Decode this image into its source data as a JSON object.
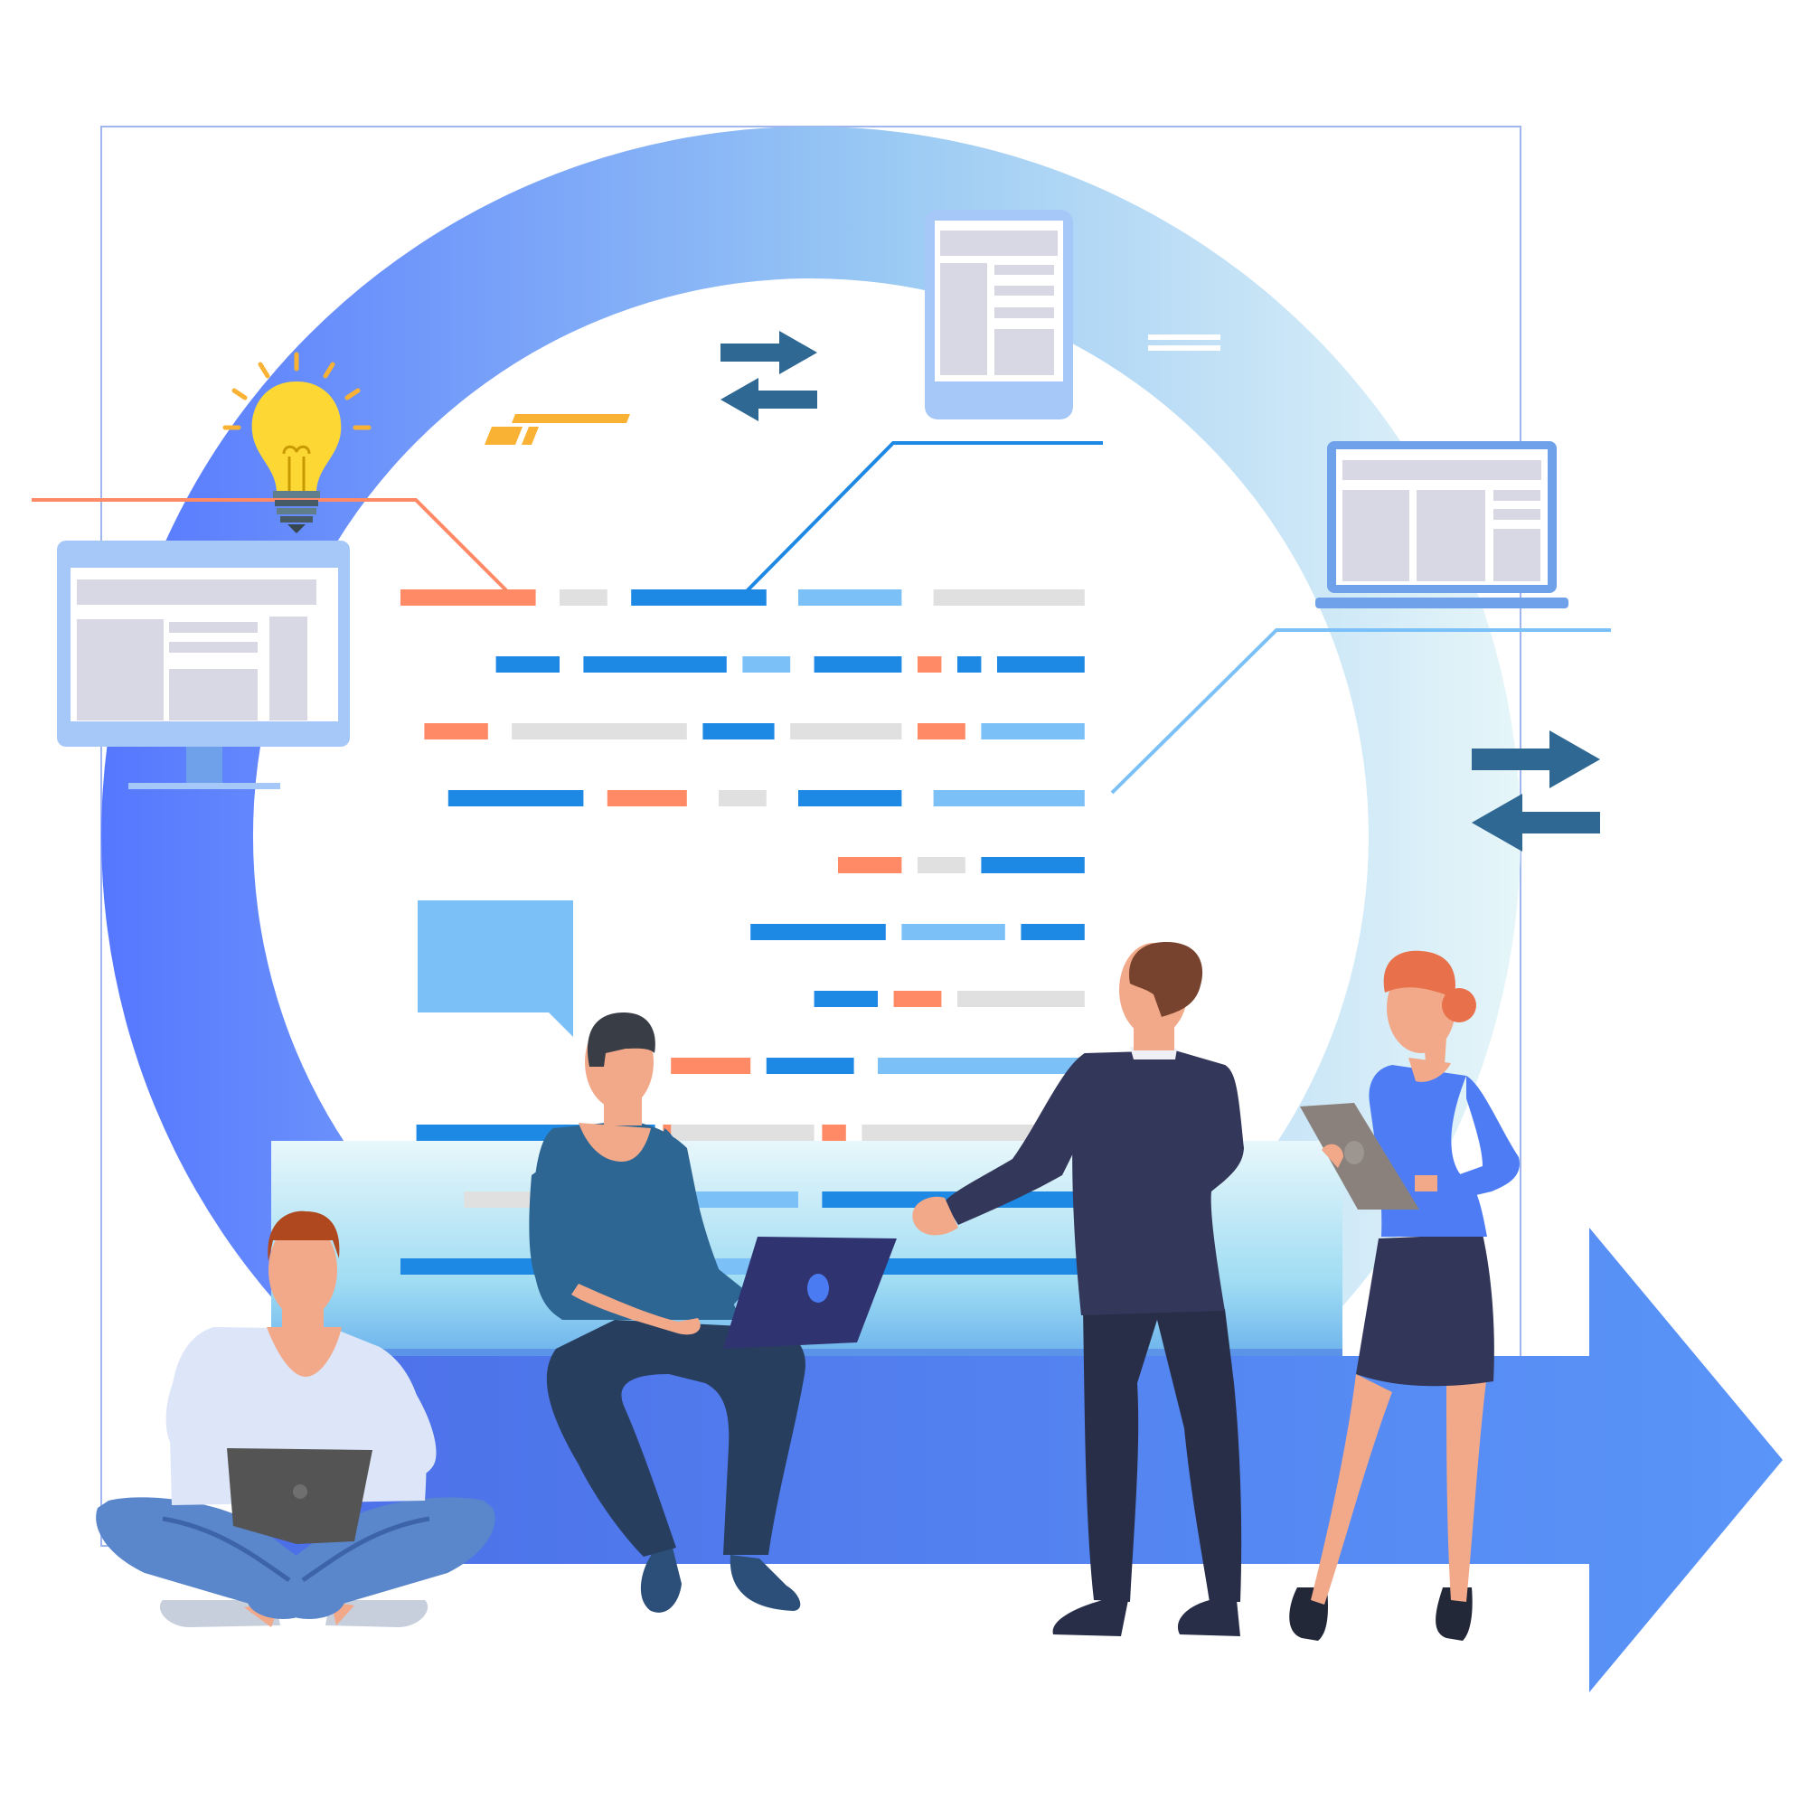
{
  "palette": {
    "ring_start": "#5577ff",
    "ring_end": "#e3f4f8",
    "arrow_blue": "#5590f5",
    "accent_orange": "#ff8a65",
    "bar_blue": "#1e88e5",
    "bar_light_blue": "#7cc0f8",
    "bar_gray": "#e0e0e0",
    "dark_arrow": "#2e6893",
    "bulb_yellow": "#fdd835",
    "screen_gray": "#d8d7e4",
    "device_frame": "#a6c8f8"
  },
  "scene": {
    "description_icons": [
      "lightbulb-icon",
      "desktop-monitor-icon",
      "tablet-icon",
      "laptop-icon",
      "swap-arrows-icon",
      "speech-bubble-icon",
      "big-forward-arrow-icon"
    ],
    "people": [
      "person-sitting-floor-laptop",
      "person-sitting-laptop",
      "person-standing-pointing",
      "person-standing-tablet"
    ]
  },
  "timeline_rows": [
    [
      [
        "o",
        0.0,
        0.17
      ],
      [
        "g",
        0.2,
        0.26
      ],
      [
        "b",
        0.29,
        0.46
      ],
      [
        "l",
        0.5,
        0.63
      ],
      [
        "g",
        0.67,
        0.86
      ]
    ],
    [
      [
        "b",
        0.12,
        0.2
      ],
      [
        "b",
        0.23,
        0.41
      ],
      [
        "l",
        0.43,
        0.49
      ],
      [
        "b",
        0.52,
        0.63
      ],
      [
        "o",
        0.65,
        0.68
      ],
      [
        "b",
        0.7,
        0.73
      ],
      [
        "b",
        0.75,
        0.86
      ]
    ],
    [
      [
        "o",
        0.03,
        0.11
      ],
      [
        "g",
        0.14,
        0.36
      ],
      [
        "b",
        0.38,
        0.47
      ],
      [
        "g",
        0.49,
        0.63
      ],
      [
        "o",
        0.65,
        0.71
      ],
      [
        "l",
        0.73,
        0.86
      ]
    ],
    [
      [
        "b",
        0.06,
        0.23
      ],
      [
        "o",
        0.26,
        0.36
      ],
      [
        "g",
        0.4,
        0.46
      ],
      [
        "b",
        0.5,
        0.63
      ],
      [
        "l",
        0.67,
        0.86
      ]
    ],
    [
      [
        "o",
        0.55,
        0.63
      ],
      [
        "g",
        0.65,
        0.71
      ],
      [
        "b",
        0.73,
        0.86
      ]
    ],
    [
      [
        "b",
        0.44,
        0.61
      ],
      [
        "l",
        0.63,
        0.76
      ],
      [
        "b",
        0.78,
        0.86
      ]
    ],
    [
      [
        "b",
        0.52,
        0.6
      ],
      [
        "o",
        0.62,
        0.68
      ],
      [
        "g",
        0.7,
        0.86
      ]
    ],
    [
      [
        "o",
        0.34,
        0.44
      ],
      [
        "b",
        0.46,
        0.57
      ],
      [
        "l",
        0.6,
        0.86
      ]
    ],
    [
      [
        "b",
        0.02,
        0.32
      ],
      [
        "o",
        0.33,
        0.35
      ],
      [
        "g",
        0.34,
        0.52
      ],
      [
        "o",
        0.53,
        0.56
      ],
      [
        "g",
        0.58,
        0.86
      ]
    ],
    [
      [
        "g",
        0.08,
        0.34
      ],
      [
        "l",
        0.37,
        0.5
      ],
      [
        "b",
        0.53,
        0.86
      ]
    ],
    [
      [
        "b",
        0.0,
        0.33
      ],
      [
        "l",
        0.33,
        0.45
      ],
      [
        "o",
        0.52,
        0.56
      ],
      [
        "b",
        0.59,
        0.86
      ]
    ]
  ]
}
